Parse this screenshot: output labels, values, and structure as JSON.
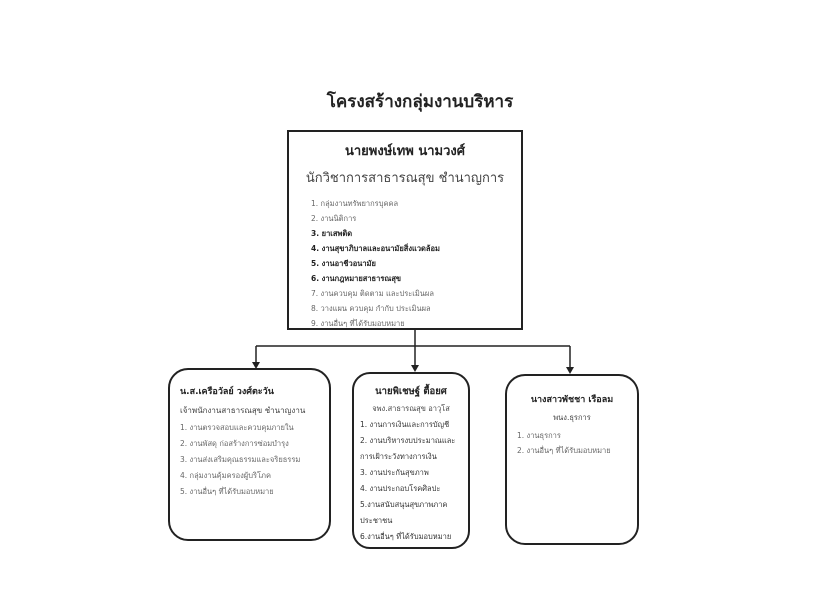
{
  "title": "โครงสร้างกลุ่มงานบริหาร",
  "head": {
    "name": "นายพงษ์เทพ  นามวงศ์",
    "position": "นักวิชาการสาธารณสุข ชำนาญการ",
    "duties": [
      "1. กลุ่มงานทรัพยากรบุคคล",
      "2. งานนิติการ",
      "3. ยาเสพติด",
      "4. งานสุขาภิบาลและอนามัยสิ่งแวดล้อม",
      "5. งานอาชีวอนามัย",
      "6. งานกฎหมายสาธารณสุข",
      "7. งานควบคุม ติดตาม และประเมินผล",
      "8. วางแผน ควบคุม กำกับ ประเมินผล",
      "9. งานอื่นๆ ที่ได้รับมอบหมาย"
    ]
  },
  "staff": [
    {
      "name": "น.ส.เครือวัลย์ วงศ์ตะวัน",
      "position": "เจ้าพนักงานสาธารณสุข ชำนาญงาน",
      "duties": [
        "1. งานตรวจสอบและควบคุมภายใน",
        "2. งานพัสดุ ก่อสร้างการซ่อมบำรุง",
        "3. งานส่งเสริมคุณธรรมและจริยธรรม",
        "4. กลุ่มงานคุ้มครองผู้บริโภค",
        "5. งานอื่นๆ ที่ได้รับมอบหมาย"
      ]
    },
    {
      "name": "นายพิเชษฐ์  ตื้อยศ",
      "position": "จพง.สาธารณสุข  อาวุโส",
      "duties": [
        "1. งานการเงินและการบัญชี",
        "2. งานบริหารงบประมาณและ",
        "การเฝ้าระวังทางการเงิน",
        "3. งานประกันสุขภาพ",
        "4. งานประกอบโรคศิลปะ",
        "5.งานสนับสนุนสุขภาพภาค",
        "ประชาชน",
        "6.งานอื่นๆ ที่ได้รับมอบหมาย"
      ]
    },
    {
      "name": "นางสาวพัชชา  เรือลม",
      "position": "พนง.ธุรการ",
      "duties": [
        "1. งานธุรการ",
        "2. งานอื่นๆ ที่ได้รับมอบหมาย"
      ]
    }
  ]
}
